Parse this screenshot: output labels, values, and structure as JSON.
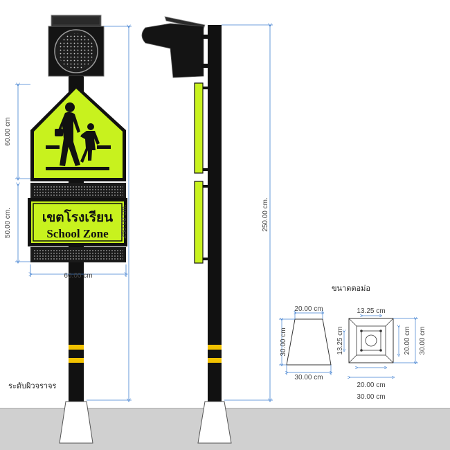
{
  "sign": {
    "thai_text": "เขตโรงเรียน",
    "english_text": "School Zone"
  },
  "dimensions": {
    "panel_width": "60.00 cm",
    "top_sign_height": "60.00 cm",
    "bottom_sign_height": "50.00 cm.",
    "total_height_front": "250.00 cm.",
    "total_height_side": "250.00 cm."
  },
  "labels": {
    "road_surface": "ระดับผิวจราจร",
    "footing_title": "ขนาดตอม่อ"
  },
  "footing": {
    "side_top_width": "20.00 cm",
    "side_height": "30.00 cm",
    "side_bottom_width": "30.00 cm",
    "plan_plate_width": "13.25 cm",
    "plan_plate_height": "13.25 cm",
    "plan_inner_width": "20.00 cm",
    "plan_outer_width": "30.00 cm",
    "plan_inner_height": "20.00 cm",
    "plan_outer_height": "30.00 cm"
  },
  "colors": {
    "sign_green": "#c8f21e",
    "pole": "#111111",
    "reflector": "#f2c200",
    "dimension_line": "#3f7fd0",
    "ground": "#d0d0d0"
  }
}
